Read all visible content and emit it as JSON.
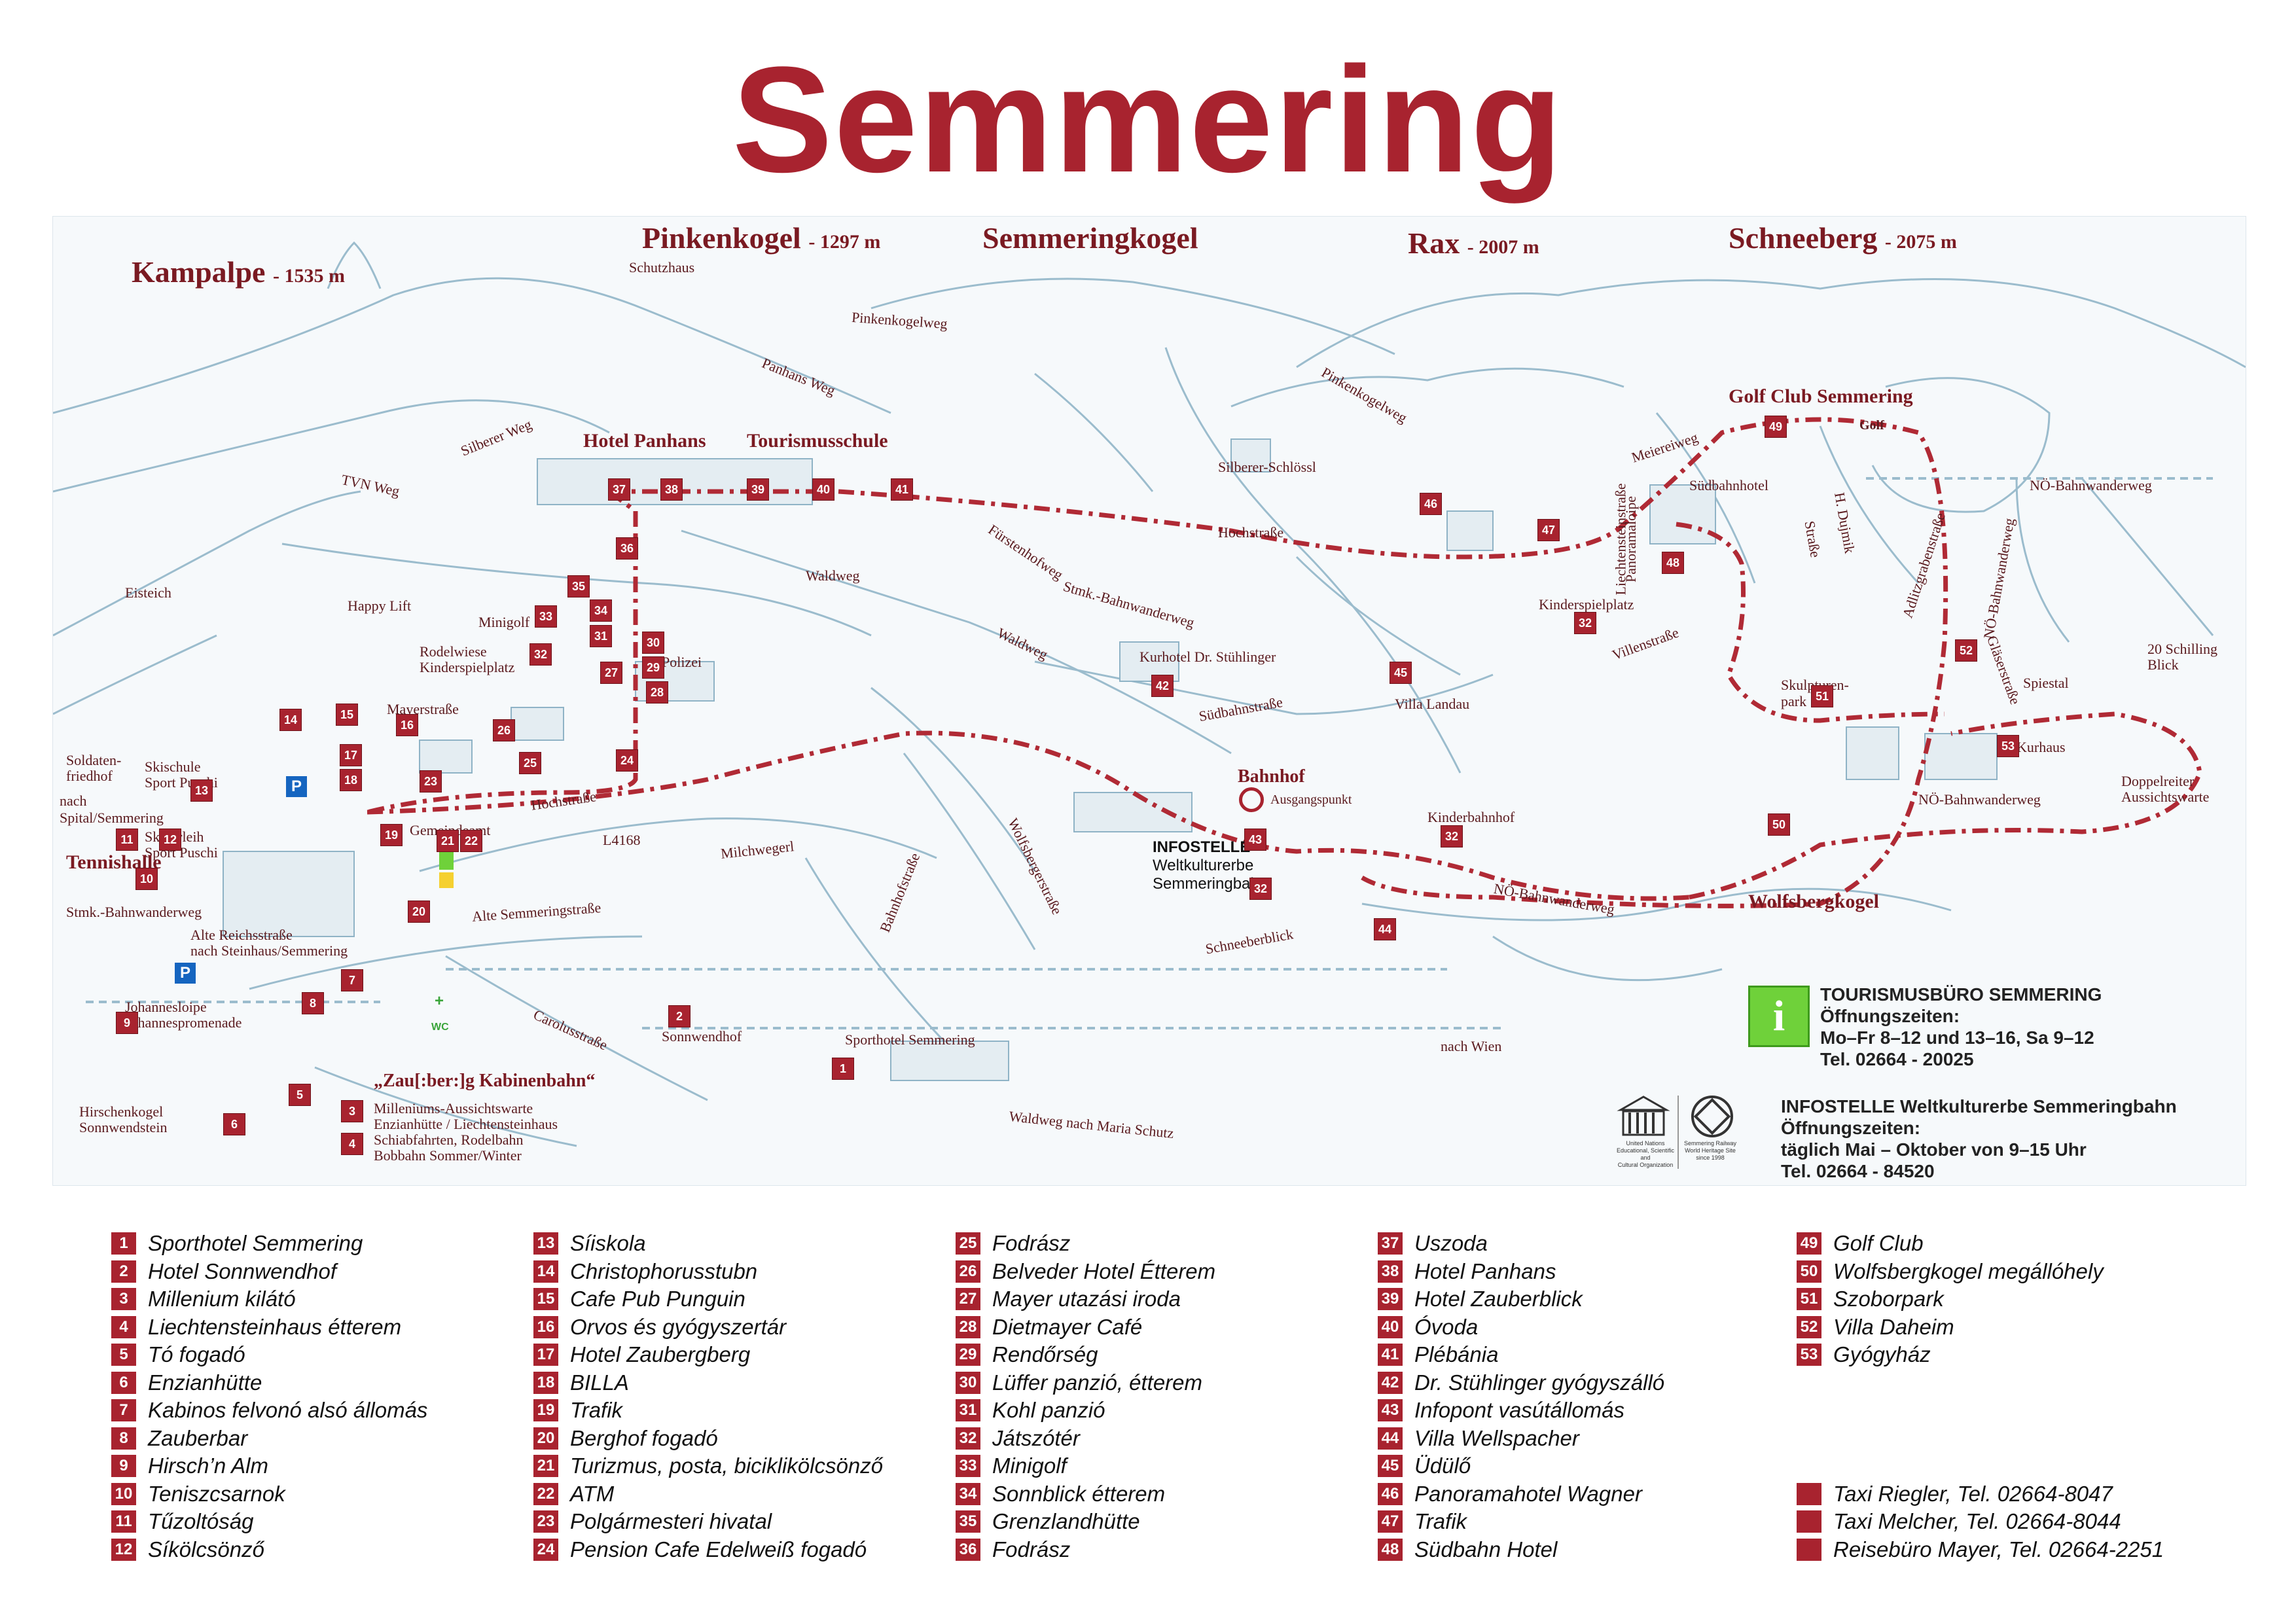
{
  "title": "Semmering",
  "peaks": [
    {
      "name": "Kampalpe",
      "elev": "- 1535 m"
    },
    {
      "name": "Pinkenkogel",
      "elev": "- 1297 m"
    },
    {
      "name": "Semmeringkogel",
      "elev": ""
    },
    {
      "name": "Rax",
      "elev": "- 2007 m"
    },
    {
      "name": "Schneeberg",
      "elev": "- 2075 m"
    }
  ],
  "map_labels": {
    "schutzhaus": "Schutzhaus",
    "pinkenkogelweg": "Pinkenkogelweg",
    "panhans_weg": "Panhans Weg",
    "silberer_weg": "Silberer Weg",
    "tvn_weg": "TVN Weg",
    "hotel_panhans": "Hotel Panhans",
    "tourismusschule": "Tourismusschule",
    "pinkenkogelweg2": "Pinkenkogelweg",
    "silberer_schloessl": "Silberer-Schlössl",
    "liechtensteinstrasse": "Liechtensteinstraße",
    "panoramaloipe": "Panoramaloipe",
    "golf_club": "Golf Club Semmering",
    "golf": "Golf",
    "meiereiweg": "Meiereiweg",
    "suedbahnhotel": "Südbahnhotel",
    "noe_bahnwanderweg_1": "NÖ-Bahnwanderweg",
    "noe_bahnwanderweg_vert": "NÖ-Bahnwanderweg",
    "h_dujmik": "H. Dujmik",
    "strasse": "Straße",
    "adlitzgrabenstrasse": "Adlitzgrabenstraße",
    "glaeserstrasse": "Gläserstraße",
    "eisteich": "Eisteich",
    "happy_lift": "Happy Lift",
    "minigolf": "Minigolf",
    "waldweg": "Waldweg",
    "hochstrasse": "Hochstraße",
    "kinderspielplatz": "Kinderspielplatz",
    "villenstrasse": "Villenstraße",
    "fuerstenhofweg": "Fürstenhofweg",
    "stmk_bahnwanderweg": "Stmk.-Bahnwanderweg",
    "waldweg2": "Waldweg",
    "kurhotel": "Kurhotel Dr. Stühlinger",
    "polizei": "Polizei",
    "rodelwiese": "Rodelwiese",
    "kinderspielplatz2": "Kinderspielplatz",
    "mayerstrasse": "Mayerstraße",
    "suedbahnstrasse": "Südbahnstraße",
    "villa_landau": "Villa Landau",
    "skulpturenpark_1": "Skulpturen-",
    "skulpturenpark_2": "park",
    "spiestal": "Spiestal",
    "schilling_1": "20 Schilling",
    "schilling_2": "Blick",
    "kurhaus": "Kurhaus",
    "doppelreiter_1": "Doppelreiter",
    "doppelreiter_2": "Aussichtswarte",
    "noe_bahnwanderweg_2": "NÖ-Bahnwanderweg",
    "soldatenfriedhof_1": "Soldaten-",
    "soldatenfriedhof_2": "friedhof",
    "skischule_1": "Skischule",
    "skischule_2": "Sport Puschi",
    "nach_spital": "nach\nSpital/Semmering",
    "skiverleih_1": "Skiverleih",
    "skiverleih_2": "Sport Puschi",
    "tennishalle": "Tennishalle",
    "hochstrasse2": "Hochstraße",
    "gemeindeamt": "Gemeindeamt",
    "l4168": "L4168",
    "milchwegerl": "Milchwegerl",
    "bahnhof": "Bahnhof",
    "ausgangspunkt": "Ausgangspunkt",
    "infostelle_1": "INFOSTELLE",
    "infostelle_2": "Weltkulturerbe",
    "infostelle_3": "Semmeringbahn",
    "kinderbahnhof": "Kinderbahnhof",
    "bahnhofstrasse": "Bahnhofstraße",
    "wolfsbergerstrasse": "Wolfsbergerstraße",
    "wolfsbergkogel": "Wolfsbergkogel",
    "noe_bahnwanderweg_3": "NÖ-Bahnwanderweg",
    "schneeberblick": "Schneeberblick",
    "stmk_bahnwanderweg2": "Stmk.-Bahnwanderweg",
    "alte_reichsstrasse_1": "Alte Reichsstraße",
    "alte_reichsstrasse_2": "nach Steinhaus/Semmering",
    "alte_semmeringstrasse": "Alte Semmeringstraße",
    "johannesloipe": "Johannesloipe",
    "johannespromenade": "Johannespromenade",
    "carolusstrasse": "Carolusstraße",
    "sonnwendhof": "Sonnwendhof",
    "sporthotel": "Sporthotel Semmering",
    "nach_wien": "nach Wien",
    "zauberberg": "„Zau[:ber:]g Kabinenbahn“",
    "hirschenkogel_1": "Hirschenkogel",
    "hirschenkogel_2": "Sonnwendstein",
    "milleniums": "Milleniums-Aussichtswarte",
    "enzianhuette": "Enzianhütte / Liechtensteinhaus",
    "schiabfahrten": "Schiabfahrten, Rodelbahn",
    "bobbahn": "Bobbahn Sommer/Winter",
    "waldweg_maria": "Waldweg nach Maria Schutz",
    "parking": "P",
    "wc": "WC",
    "plus": "+"
  },
  "info_panel": {
    "icon": "i",
    "tourismus_title": "TOURISMUSBÜRO SEMMERING",
    "tourismus_hours_label": "Öffnungszeiten:",
    "tourismus_hours": "Mo–Fr 8–12 und 13–16, Sa 9–12",
    "tourismus_tel": "Tel. 02664 - 20025",
    "infostelle_title": "INFOSTELLE Weltkulturerbe Semmeringbahn",
    "infostelle_hours_label": "Öffnungszeiten:",
    "infostelle_hours": "täglich Mai – Oktober von 9–15 Uhr",
    "infostelle_tel": "Tel. 02664 - 84520"
  },
  "legend": [
    {
      "num": "1",
      "text": "Sporthotel Semmering"
    },
    {
      "num": "2",
      "text": "Hotel Sonnwendhof"
    },
    {
      "num": "3",
      "text": "Millenium kilátó"
    },
    {
      "num": "4",
      "text": "Liechtensteinhaus étterem"
    },
    {
      "num": "5",
      "text": "Tó fogadó"
    },
    {
      "num": "6",
      "text": "Enzianhütte"
    },
    {
      "num": "7",
      "text": "Kabinos felvonó alsó állomás"
    },
    {
      "num": "8",
      "text": "Zauberbar"
    },
    {
      "num": "9",
      "text": "Hirsch’n Alm"
    },
    {
      "num": "10",
      "text": "Teniszcsarnok"
    },
    {
      "num": "11",
      "text": "Tűzoltóság"
    },
    {
      "num": "12",
      "text": "Síkölcsönző"
    },
    {
      "num": "13",
      "text": "Síiskola"
    },
    {
      "num": "14",
      "text": "Christophorusstubn"
    },
    {
      "num": "15",
      "text": "Cafe Pub Punguin"
    },
    {
      "num": "16",
      "text": "Orvos és gyógyszertár"
    },
    {
      "num": "17",
      "text": "Hotel Zaubergberg"
    },
    {
      "num": "18",
      "text": "BILLA"
    },
    {
      "num": "19",
      "text": "Trafik"
    },
    {
      "num": "20",
      "text": "Berghof fogadó"
    },
    {
      "num": "21",
      "text": "Turizmus, posta, biciklikölcsönző"
    },
    {
      "num": "22",
      "text": "ATM"
    },
    {
      "num": "23",
      "text": "Polgármesteri hivatal"
    },
    {
      "num": "24",
      "text": "Pension Cafe Edelweiß fogadó"
    },
    {
      "num": "25",
      "text": "Fodrász"
    },
    {
      "num": "26",
      "text": "Belveder Hotel Étterem"
    },
    {
      "num": "27",
      "text": "Mayer utazási iroda"
    },
    {
      "num": "28",
      "text": "Dietmayer Café"
    },
    {
      "num": "29",
      "text": "Rendőrség"
    },
    {
      "num": "30",
      "text": "Lüffer panzió, étterem"
    },
    {
      "num": "31",
      "text": "Kohl panzió"
    },
    {
      "num": "32",
      "text": "Játszótér"
    },
    {
      "num": "33",
      "text": "Minigolf"
    },
    {
      "num": "34",
      "text": "Sonnblick étterem"
    },
    {
      "num": "35",
      "text": "Grenzlandhütte"
    },
    {
      "num": "36",
      "text": "Fodrász"
    },
    {
      "num": "37",
      "text": "Uszoda"
    },
    {
      "num": "38",
      "text": "Hotel Panhans"
    },
    {
      "num": "39",
      "text": "Hotel Zauberblick"
    },
    {
      "num": "40",
      "text": "Óvoda"
    },
    {
      "num": "41",
      "text": "Plébánia"
    },
    {
      "num": "42",
      "text": "Dr. Stühlinger gyógyszálló"
    },
    {
      "num": "43",
      "text": "Infopont vasútállomás"
    },
    {
      "num": "44",
      "text": "Villa Wellspacher"
    },
    {
      "num": "45",
      "text": "Üdülő"
    },
    {
      "num": "46",
      "text": "Panoramahotel Wagner"
    },
    {
      "num": "47",
      "text": "Trafik"
    },
    {
      "num": "48",
      "text": "Südbahn Hotel"
    },
    {
      "num": "49",
      "text": "Golf Club"
    },
    {
      "num": "50",
      "text": "Wolfsbergkogel megállóhely"
    },
    {
      "num": "51",
      "text": "Szoborpark"
    },
    {
      "num": "52",
      "text": "Villa Daheim"
    },
    {
      "num": "53",
      "text": "Gyógyház"
    }
  ],
  "taxis": [
    {
      "text": "Taxi Riegler, Tel. 02664-8047"
    },
    {
      "text": "Taxi Melcher, Tel. 02664-8044"
    },
    {
      "text": "Reisebüro Mayer, Tel. 02664-2251"
    }
  ],
  "unesco": {
    "line1": "United Nations",
    "line2": "Educational, Scientific and",
    "line3": "Cultural Organization",
    "rail1": "Semmering Railway",
    "rail2": "World Heritage Site",
    "rail3": "since 1998"
  },
  "colors": {
    "accent": "#a8232f",
    "route": "#b02a35",
    "map_line": "#8fb3c6"
  },
  "icons": [
    "info-icon",
    "parking-icon",
    "wc-icon",
    "unesco-icon",
    "heritage-icon",
    "golf-flag-icon"
  ]
}
